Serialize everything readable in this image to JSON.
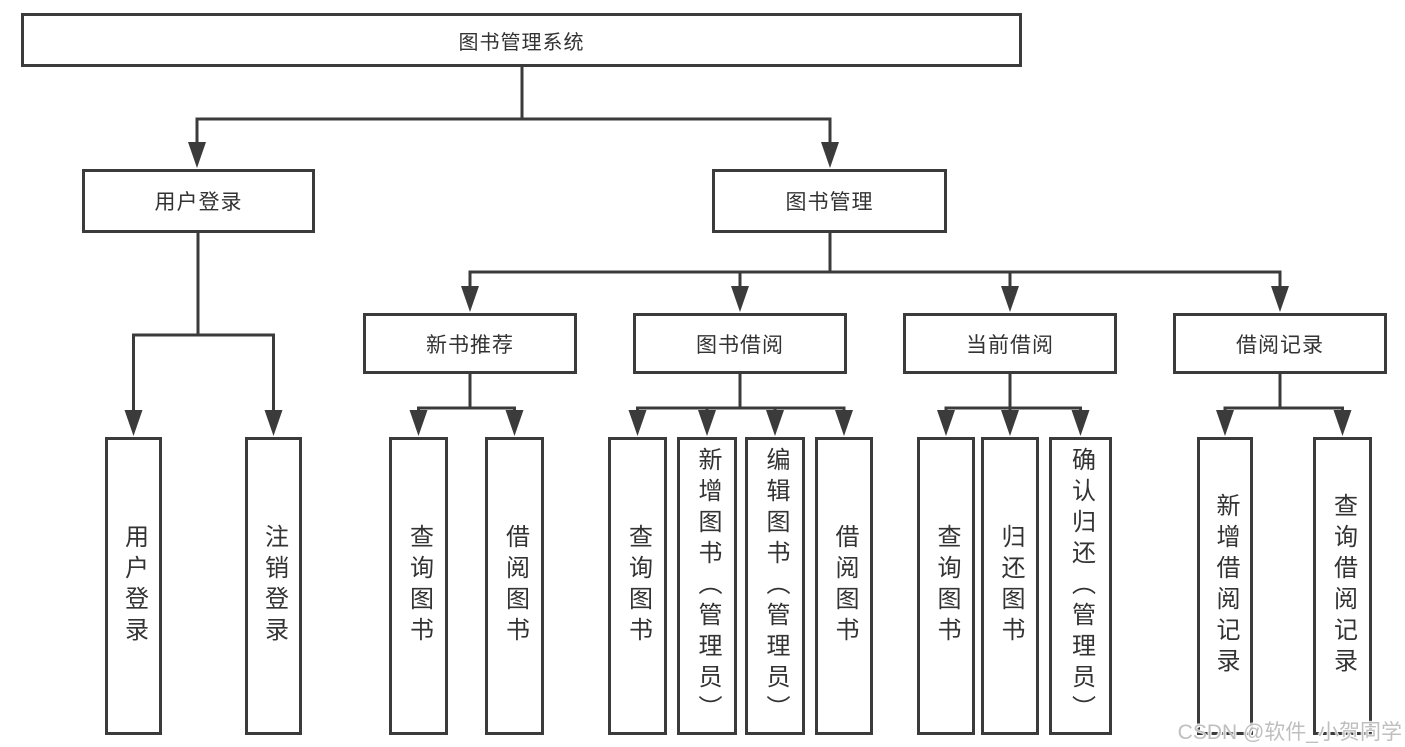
{
  "nodes": {
    "root": {
      "label": "图书管理系统"
    },
    "level2": [
      {
        "label": "用户登录"
      },
      {
        "label": "图书管理"
      }
    ],
    "level3": [
      {
        "label": "新书推荐"
      },
      {
        "label": "图书借阅"
      },
      {
        "label": "当前借阅"
      },
      {
        "label": "借阅记录"
      }
    ],
    "leaves_user_login": [
      {
        "label": "用户登录"
      },
      {
        "label": "注销登录"
      }
    ],
    "leaves_new_books": [
      {
        "label": "查询图书"
      },
      {
        "label": "借阅图书"
      }
    ],
    "leaves_book_borrow": [
      {
        "label": "查询图书"
      },
      {
        "label": "新增图书（管理员）"
      },
      {
        "label": "编辑图书（管理员）"
      },
      {
        "label": "借阅图书"
      }
    ],
    "leaves_current_borrow": [
      {
        "label": "查询图书"
      },
      {
        "label": "归还图书"
      },
      {
        "label": "确认归还（管理员）"
      }
    ],
    "leaves_borrow_records": [
      {
        "label": "新增借阅记录"
      },
      {
        "label": "查询借阅记录"
      }
    ]
  },
  "watermark": {
    "text": "CSDN @软件_小贺同学"
  },
  "colors": {
    "line": "#3b3b3b",
    "text": "#333333",
    "box_fill": "#ffffff",
    "background": "#ffffff",
    "watermark": "#bfbfbf"
  }
}
